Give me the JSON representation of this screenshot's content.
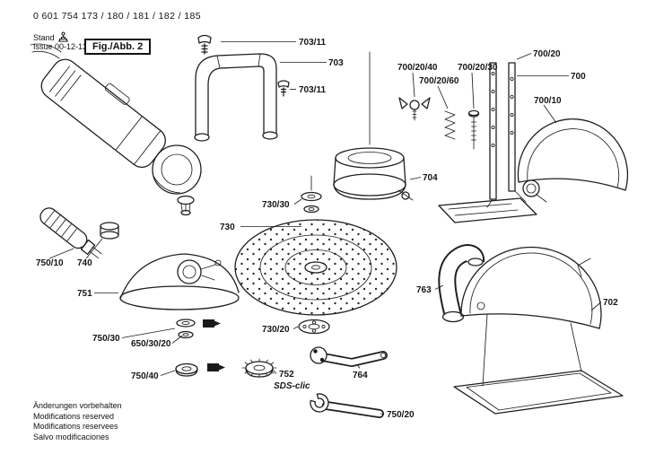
{
  "header": {
    "part_numbers": "0 601 754 173 / 180 / 181 / 182 / 185",
    "stand_label": "Stand",
    "issue_label": "Issue",
    "issue_date": "00-12-13",
    "figure_label": "Fig./Abb. 2"
  },
  "footer": {
    "line1": "Änderungen vorbehalten",
    "line2": "Modifications reserved",
    "line3": "Modifications reservees",
    "line4": "Salvo modificaciones"
  },
  "labels": {
    "l703_11_a": "703/11",
    "l703": "703",
    "l703_11_b": "703/11",
    "l700_20_40": "700/20/40",
    "l700_20_60": "700/20/60",
    "l700_20_30": "700/20/30",
    "l700_20": "700/20",
    "l700": "700",
    "l700_10": "700/10",
    "l704": "704",
    "l730_30": "730/30",
    "l730": "730",
    "l751": "751",
    "l750_10": "750/10",
    "l740": "740",
    "l750_30": "750/30",
    "l650_30_20": "650/30/20",
    "l730_20": "730/20",
    "l750_40": "750/40",
    "l752": "752",
    "l752_sub": "SDS-clic",
    "l764": "764",
    "l763": "763",
    "l702": "702",
    "l750_20": "750/20"
  }
}
